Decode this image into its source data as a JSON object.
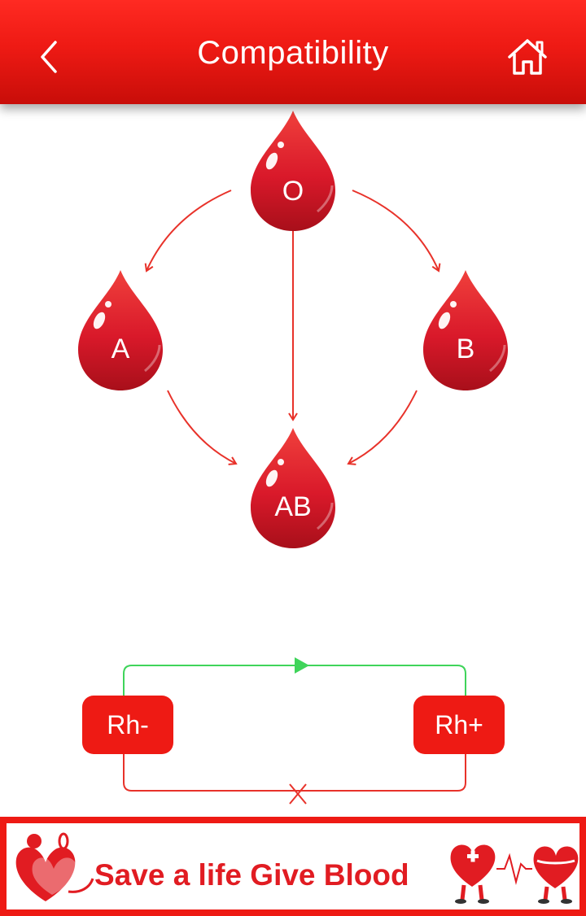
{
  "app_bar": {
    "title": "Compatibility",
    "back_icon": "chevron-left-icon",
    "home_icon": "home-icon"
  },
  "blood_groups": {
    "o": "O",
    "a": "A",
    "b": "B",
    "ab": "AB"
  },
  "rh": {
    "negative": "Rh-",
    "positive": "Rh+"
  },
  "banner": {
    "text": "Save a life Give Blood"
  },
  "colors": {
    "primary_red": "#ee1a14",
    "arrow_red": "#e8322a",
    "green": "#3fd45a",
    "drop_dark": "#b5121b"
  }
}
